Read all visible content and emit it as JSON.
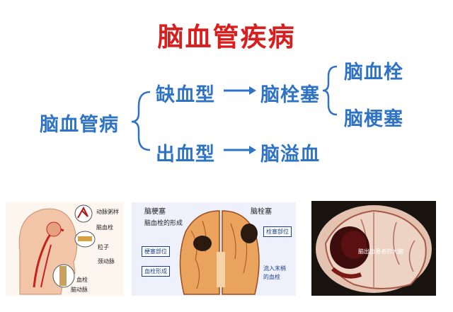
{
  "title": "脑血管疾病",
  "root": "脑血管病",
  "branches": {
    "ischemic": "缺血型",
    "hemorrhagic": "出血型"
  },
  "results": {
    "cerebral_infarction": "脑栓塞",
    "cerebral_hemorrhage": "脑溢血"
  },
  "subtypes": {
    "thrombosis": "脑血栓",
    "embolism": "脑梗塞"
  },
  "images": {
    "head": {
      "labels": [
        "动脉粥样",
        "脑血栓",
        "粒子",
        "颈动脉",
        "血栓",
        "脑动脉"
      ]
    },
    "brain_section": {
      "left_header": "脑梗塞",
      "left_sub": "脑血栓的形成",
      "right_header": "脑栓塞",
      "box1": "梗塞部位",
      "box2": "血栓形成",
      "box3": "栓塞部位",
      "box4_line1": "流入末梢",
      "box4_line2": "的血栓"
    },
    "hemorrhage_photo": {
      "caption": "脑出血患者的大脑"
    }
  },
  "colors": {
    "title": "#d81e1e",
    "nodes": "#2f73c4",
    "arrows": "#2f73c4"
  }
}
